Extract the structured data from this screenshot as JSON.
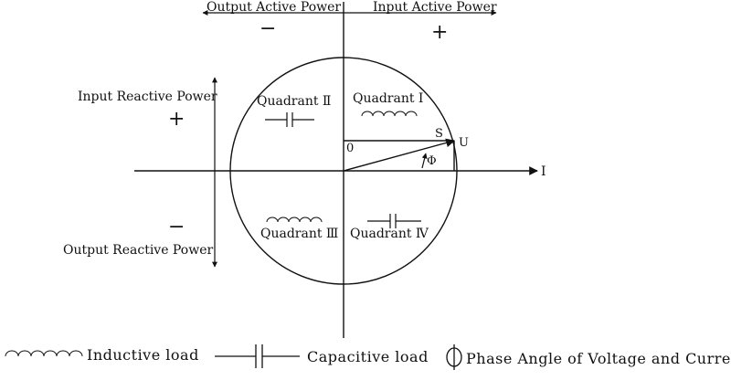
{
  "top": {
    "output_active_power": "Output Active Power",
    "input_active_power": "Input Active Power",
    "minus": "−",
    "plus": "+"
  },
  "left": {
    "input_reactive_power": "Input Reactive Power",
    "output_reactive_power": "Output Reactive Power",
    "plus": "+",
    "minus": "−"
  },
  "quadrants": {
    "q1": "Quadrant Ⅰ",
    "q2": "Quadrant Ⅱ",
    "q3": "Quadrant Ⅲ",
    "q4": "Quadrant Ⅳ"
  },
  "vector": {
    "origin": "0",
    "s": "S",
    "u": "U",
    "phi": "Φ",
    "i": "I"
  },
  "legend": {
    "inductive": "Inductive  load",
    "capacitive": "Capacitive  load",
    "phase": "Phase Angle of Voltage and Current"
  },
  "icons": {
    "inductor": "inductor-coil-icon",
    "capacitor": "capacitor-icon",
    "phase": "phi-icon"
  }
}
